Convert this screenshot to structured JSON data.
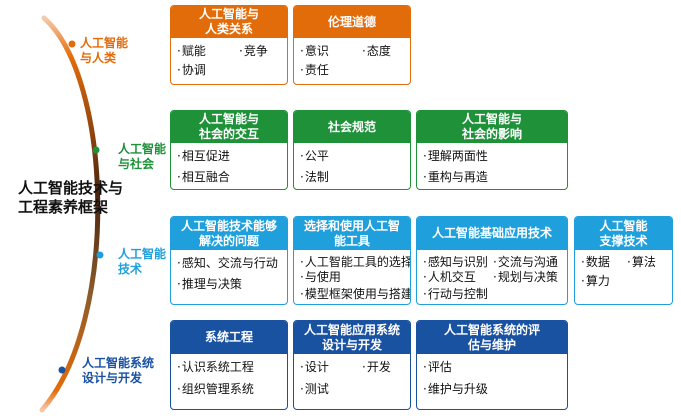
{
  "root_label": "人工智能技术与工程素养框架",
  "rows": [
    {
      "label_lines": [
        "人工智能",
        "与人类"
      ],
      "color": "#E36C0A",
      "cards": [
        {
          "title_lines": [
            "人工智能与",
            "人类关系"
          ],
          "items": [
            "赋能",
            "竞争",
            "协调"
          ]
        },
        {
          "title_lines": [
            "伦理道德"
          ],
          "items": [
            "意识",
            "态度",
            "责任"
          ]
        }
      ]
    },
    {
      "label_lines": [
        "人工智能",
        "与社会"
      ],
      "color": "#1E9139",
      "cards": [
        {
          "title_lines": [
            "人工智能与",
            "社会的交互"
          ],
          "items": [
            "相互促进",
            "相互融合"
          ]
        },
        {
          "title_lines": [
            "社会规范"
          ],
          "items": [
            "公平",
            "法制"
          ]
        },
        {
          "title_lines": [
            "人工智能与",
            "社会的影响"
          ],
          "items": [
            "理解两面性",
            "重构与再造"
          ]
        }
      ]
    },
    {
      "label_lines": [
        "人工智能",
        "技术"
      ],
      "color": "#1FA0DC",
      "cards": [
        {
          "title_lines": [
            "人工智能技术能够",
            "解决的问题"
          ],
          "items": [
            "感知、交流与行动",
            "推理与决策"
          ]
        },
        {
          "title_lines": [
            "选择和使用人工智",
            "能工具"
          ],
          "items": [
            "人工智能工具的选择",
            "与使用",
            "模型框架使用与搭建"
          ]
        },
        {
          "title_lines": [
            "人工智能基础应用技术"
          ],
          "items": [
            "感知与识别",
            "交流与沟通",
            "人机交互",
            "规划与决策",
            "行动与控制"
          ]
        },
        {
          "title_lines": [
            "人工智能",
            "支撑技术"
          ],
          "items": [
            "数据",
            "算法",
            "算力"
          ]
        }
      ]
    },
    {
      "label_lines": [
        "人工智能系统",
        "设计与开发"
      ],
      "color": "#1A52A2",
      "cards": [
        {
          "title_lines": [
            "系统工程"
          ],
          "items": [
            "认识系统工程",
            "组织管理系统"
          ]
        },
        {
          "title_lines": [
            "人工智能应用系统",
            "设计与开发"
          ],
          "items": [
            "设计",
            "开发",
            "测试"
          ]
        },
        {
          "title_lines": [
            "人工智能系统的评",
            "估与维护"
          ],
          "items": [
            "评估",
            "维护与升级"
          ]
        }
      ]
    }
  ]
}
